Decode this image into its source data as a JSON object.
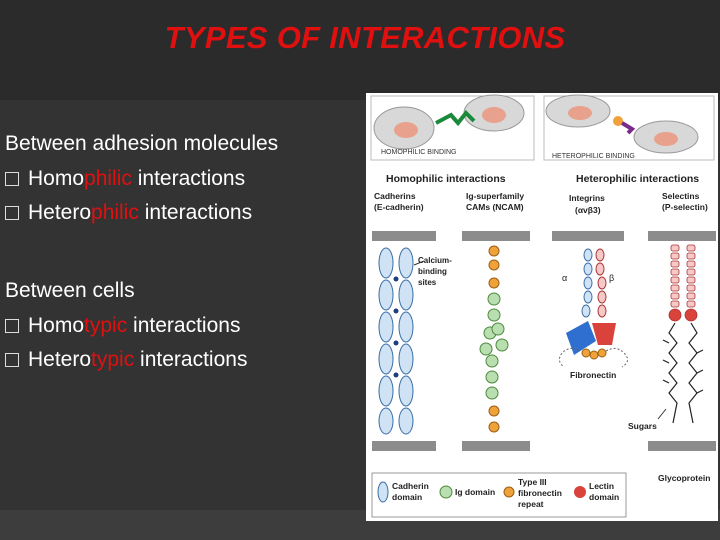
{
  "slide": {
    "title": "TYPES OF INTERACTIONS",
    "section1": {
      "heading": "Between adhesion molecules",
      "items": [
        {
          "prefix": "Homo",
          "highlight": "philic",
          "suffix": " interactions"
        },
        {
          "prefix": "Hetero",
          "highlight": "philic",
          "suffix": " interactions"
        }
      ]
    },
    "section2": {
      "heading": "Between cells",
      "items": [
        {
          "prefix": "Homo",
          "highlight": "typic",
          "suffix": " interactions"
        },
        {
          "prefix": "Hetero",
          "highlight": "typic",
          "suffix": " interactions"
        }
      ]
    }
  },
  "figure": {
    "top_left_caption": "HOMOPHILIC BINDING",
    "top_right_caption": "HETEROPHILIC BINDING",
    "homophilic_header": "Homophilic interactions",
    "heterophilic_header": "Heterophilic interactions",
    "cadherins_l1": "Cadherins",
    "cadherins_l2": "(E-cadherin)",
    "igsf_l1": "Ig-superfamily",
    "igsf_l2": "CAMs (NCAM)",
    "integrins_l1": "Integrins",
    "integrins_l2": "(αvβ3)",
    "selectins_l1": "Selectins",
    "selectins_l2": "(P-selectin)",
    "calcium_l1": "Calcium-",
    "calcium_l2": "binding",
    "calcium_l3": "sites",
    "alpha": "α",
    "beta": "β",
    "fibronectin": "Fibronectin",
    "sugars": "Sugars",
    "glycoprotein": "Glycoprotein",
    "legend": {
      "cadherin_l1": "Cadherin",
      "cadherin_l2": "domain",
      "ig": "Ig domain",
      "type3_l1": "Type III",
      "type3_l2": "fibronectin",
      "type3_l3": "repeat",
      "lectin_l1": "Lectin",
      "lectin_l2": "domain"
    },
    "colors": {
      "cadherin": "#cfe3f5",
      "ig": "#b9deb0",
      "fibronectin": "#f0a23a",
      "lectin": "#d9433c",
      "membrane": "#8c8c8c",
      "integrin_alpha": "#2f6fcf",
      "integrin_beta": "#d9433c"
    }
  }
}
